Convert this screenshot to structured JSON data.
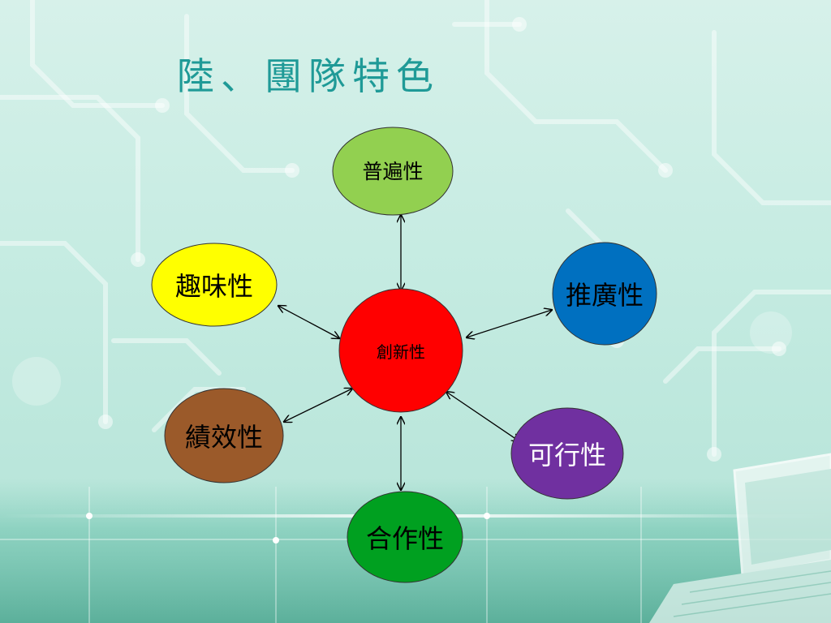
{
  "slide": {
    "title": "陸、團隊特色"
  },
  "diagram": {
    "center": {
      "label": "創新性",
      "color": "#ff0000",
      "text_color": "#000000"
    },
    "nodes": [
      {
        "key": "universality",
        "label": "普遍性",
        "color": "#92d050",
        "text_color": "#000000"
      },
      {
        "key": "promotion",
        "label": "推廣性",
        "color": "#0070c0",
        "text_color": "#000000"
      },
      {
        "key": "feasibility",
        "label": "可行性",
        "color": "#7030a0",
        "text_color": "#ffffff"
      },
      {
        "key": "cooperation",
        "label": "合作性",
        "color": "#00a020",
        "text_color": "#000000"
      },
      {
        "key": "performance",
        "label": "績效性",
        "color": "#9b5a2a",
        "text_color": "#000000"
      },
      {
        "key": "fun",
        "label": "趣味性",
        "color": "#ffff00",
        "text_color": "#000000"
      }
    ],
    "edges": [
      {
        "from": "center",
        "to": "universality",
        "bidirectional": true
      },
      {
        "from": "center",
        "to": "promotion",
        "bidirectional": true
      },
      {
        "from": "center",
        "to": "feasibility",
        "bidirectional": true
      },
      {
        "from": "center",
        "to": "cooperation",
        "bidirectional": true
      },
      {
        "from": "center",
        "to": "performance",
        "bidirectional": true
      },
      {
        "from": "center",
        "to": "fun",
        "bidirectional": true
      }
    ]
  }
}
